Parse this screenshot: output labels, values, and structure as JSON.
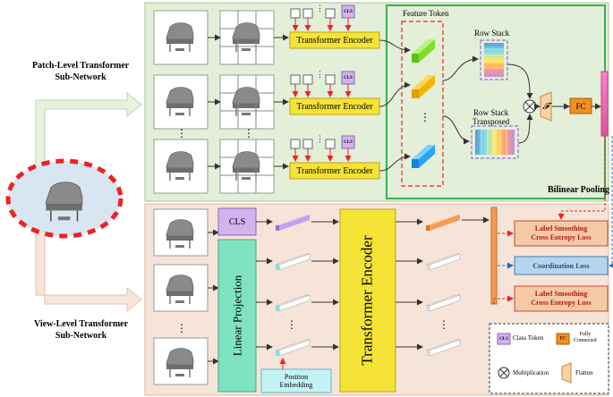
{
  "labels": {
    "patch_branch": "Patch-Level Transformer\nSub-Network",
    "view_branch": "View-Level Transformer\nSub-Network",
    "transformer_encoder": "Transformer Encoder",
    "cls": "CLS",
    "feature_token": "Feature Token",
    "row_stack": "Row Stack",
    "row_stack_transposed": "Row Stack\nTransposed",
    "fc": "FC",
    "flatten_symbol": "𝓕",
    "bilinear_pooling": "Bilinear Pooling",
    "linear_projection": "Linear Projection",
    "view_transformer_encoder": "Transformer Encoder",
    "position_embedding": "Position\nEmbedding",
    "ls_loss_top": "Label Smoothing\nCross Entropy Loss",
    "coordination_loss": "Coordination Loss",
    "ls_loss_bottom": "Label Smoothing\nCross Entropy Loss",
    "dots": "⋮"
  },
  "legend": {
    "cls_label": "CLS",
    "class_token": "Class Token",
    "fc_label": "FC",
    "fully_connected": "Fully\nConnected",
    "multiplication": "Multiplication",
    "flatten": "Flatten"
  },
  "colors": {
    "patch_bg": "#e3efd8",
    "view_bg": "#f7e4d8",
    "encoder_yellow": "#f5e336",
    "cls_purple": "#d3b3ee",
    "linear_green": "#7fe3c3",
    "pos_cyan": "#c4f3f6",
    "loss_red": "#f4c9a6",
    "coord_blue": "#b6d5ec",
    "fc_orange": "#f08f1f",
    "bilinear_border": "#37b24d"
  }
}
